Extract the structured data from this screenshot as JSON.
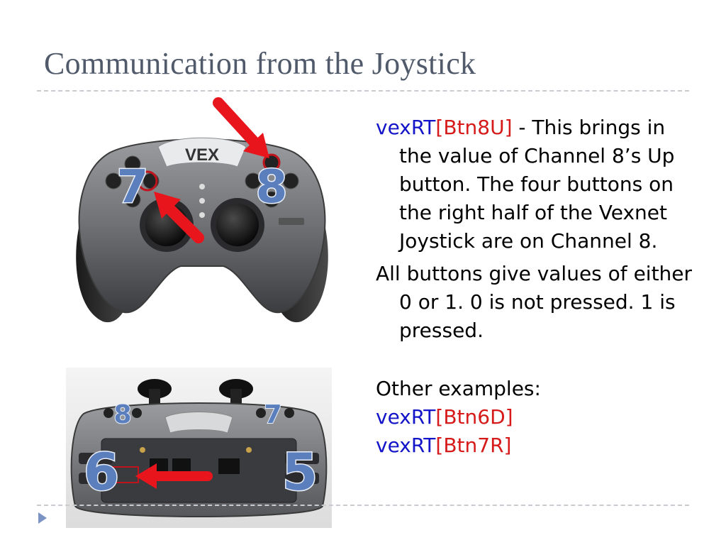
{
  "slide": {
    "title": "Communication from the Joystick"
  },
  "images": {
    "top": {
      "label_left": "7",
      "label_right": "8",
      "logo": "VEX"
    },
    "bottom": {
      "label_top_left": "8",
      "label_top_right": "7",
      "label_left": "6",
      "label_right": "5"
    }
  },
  "body": {
    "p1": {
      "code_obj": "vexRT",
      "code_arg": "[Btn8U]",
      "text": " - This brings in the value of Channel 8’s Up button.  The four buttons on the right half of the Vexnet Joystick are on Channel 8."
    },
    "p2": {
      "text": "All buttons give values of either 0 or 1.  0 is not pressed.  1 is pressed."
    },
    "other_label": "Other examples:",
    "examples": [
      {
        "obj": "vexRT",
        "arg": "[Btn6D]"
      },
      {
        "obj": "vexRT",
        "arg": "[Btn7R]"
      }
    ]
  },
  "colors": {
    "title": "#505a6a",
    "code_object": "#1414c8",
    "code_argument": "#d61a1a",
    "arrow": "#e8161c",
    "bullet": "#7c94c4"
  },
  "icons": {
    "bullet": "triangle-bullet-icon",
    "arrow": "red-arrow-icon"
  }
}
